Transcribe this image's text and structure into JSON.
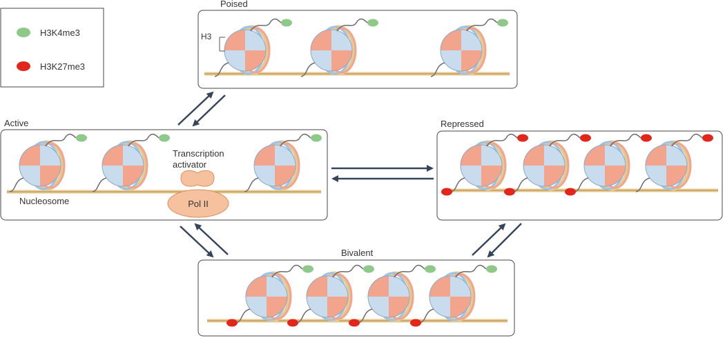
{
  "legend": {
    "items": [
      {
        "label": "H3K4me3",
        "color": "#8fc98a"
      },
      {
        "label": "H3K27me3",
        "color": "#e2261b"
      }
    ]
  },
  "panels": {
    "poised": {
      "title": "Poised",
      "h3_label": "H3"
    },
    "active": {
      "title": "Active",
      "nucleosome_label": "Nucleosome",
      "activator_label_1": "Transcription",
      "activator_label_2": "activator",
      "pol_label": "Pol II"
    },
    "repressed": {
      "title": "Repressed"
    },
    "bivalent": {
      "title": "Bivalent"
    }
  },
  "colors": {
    "panel_border": "#444444",
    "arrow": "#36465a",
    "dna": "#e8c98e",
    "nuc_blue": "#c9dcee",
    "nuc_red": "#f2a48d",
    "pol_fill": "#f5c19e",
    "mark_green": "#8fc98a",
    "mark_red": "#e2261b"
  }
}
